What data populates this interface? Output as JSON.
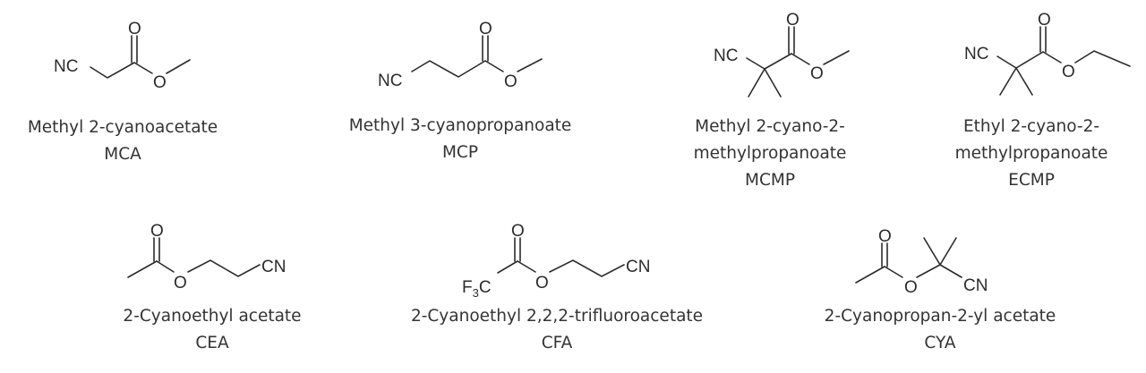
{
  "compounds": [
    {
      "name_lines": [
        "Methyl 2-cyanoacetate"
      ],
      "abbr": "MCA",
      "atoms": {
        "nc": "NC",
        "o_carbonyl": "O",
        "o_ester": "O"
      }
    },
    {
      "name_lines": [
        "Methyl 3-cyanopropanoate"
      ],
      "abbr": "MCP",
      "atoms": {
        "nc": "NC",
        "o_carbonyl": "O",
        "o_ester": "O"
      }
    },
    {
      "name_lines": [
        "Methyl 2-cyano-2-",
        "methylpropanoate"
      ],
      "abbr": "MCMP",
      "atoms": {
        "nc": "NC",
        "o_carbonyl": "O",
        "o_ester": "O"
      }
    },
    {
      "name_lines": [
        "Ethyl 2-cyano-2-",
        "methylpropanoate"
      ],
      "abbr": "ECMP",
      "atoms": {
        "nc": "NC",
        "o_carbonyl": "O",
        "o_ester": "O"
      }
    },
    {
      "name_lines": [
        "2-Cyanoethyl acetate"
      ],
      "abbr": "CEA",
      "atoms": {
        "cn": "CN",
        "o_carbonyl": "O",
        "o_ester": "O"
      }
    },
    {
      "name_lines": [
        "2-Cyanoethyl 2,2,2-trifluoroacetate"
      ],
      "abbr": "CFA",
      "atoms": {
        "cn": "CN",
        "o_carbonyl": "O",
        "o_ester": "O",
        "f": "F",
        "f_sub": "3",
        "c": "C"
      }
    },
    {
      "name_lines": [
        "2-Cyanopropan-2-yl acetate"
      ],
      "abbr": "CYA",
      "atoms": {
        "cn": "CN",
        "o_carbonyl": "O",
        "o_ester": "O"
      }
    }
  ]
}
